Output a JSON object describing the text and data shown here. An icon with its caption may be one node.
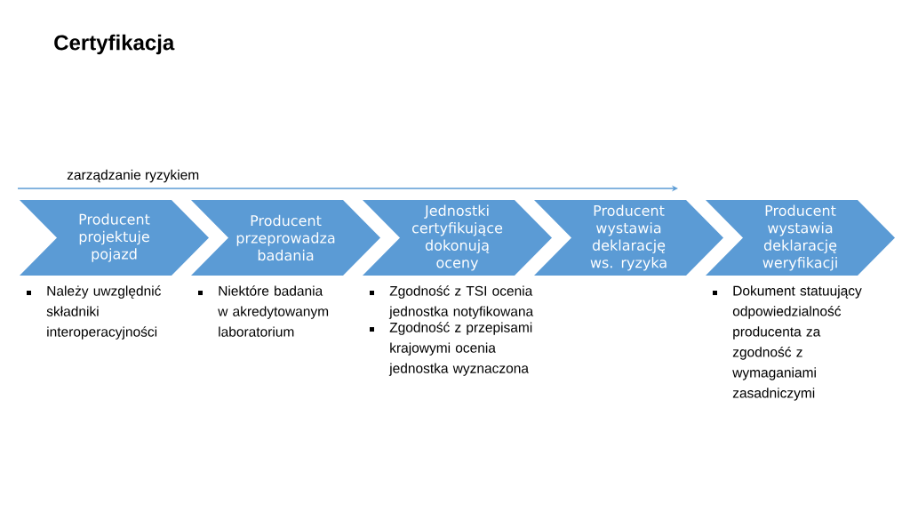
{
  "diagram": {
    "title": "Certyfikacja",
    "nodes": [
      {
        "text": [
          "Producent projektuje pojazd"
        ],
        "beside": [
          "Należy uwzględnić składniki interoperacyjności"
        ]
      },
      {
        "text": [
          "Producent przeprowadza badania"
        ],
        "beside": [
          "Niektóre badania w akredytowanym laboratorium"
        ]
      },
      {
        "text": [
          "Jednostki certyfikujące dokonują oceny"
        ],
        "beside": [
          "Zgodność z TSI ocenia jednostka notyfikowana",
          "Zgodność z przepisami krajowymi ocenia jednostka wyznaczona"
        ]
      },
      {
        "text": [
          "Producent wystawia deklarację ws. ryzyka"
        ]
      },
      {
        "text": [
          "Producent wystawia deklarację weryfikacji"
        ],
        "beside": [
          "Dokument statuujący odpowiedzialność producenta za zgodność z wymaganiami zasadniczymi"
        ]
      }
    ],
    "labels": [
      "zarządzanie ryzykiem"
    ]
  }
}
